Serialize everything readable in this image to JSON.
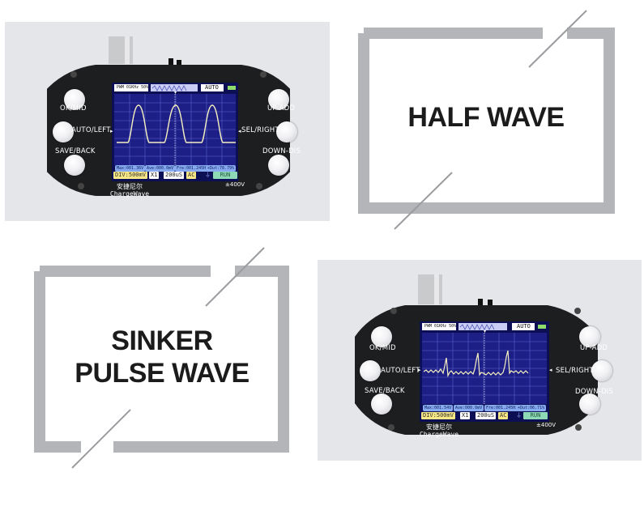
{
  "captions": {
    "half_wave": "HALF WAVE",
    "sinker_line1": "SINKER",
    "sinker_line2": "PULSE WAVE"
  },
  "device": {
    "buttons": {
      "ok_mid": "OK/MID",
      "auto_left": "AUTO/LEFT",
      "save_back": "SAVE/BACK",
      "up_add": "UP-ADD",
      "sel_right": "SEL/RIGHT",
      "down_dis": "DOWN-DIS"
    },
    "brand_cn": "安捷尼尔",
    "brand_en": "ChargeWave",
    "voltage": "±400V"
  },
  "scope1": {
    "pwm": "PWM 01KHz 50%",
    "mode": "AUTO",
    "div": "DIV:500mV",
    "probe": "X1",
    "time": "200uS",
    "coupling": "AC",
    "run": "RUN",
    "m1": "Max:001.36V",
    "m2": "Ave:000.0mV",
    "m3": "Fre:001.245Hz",
    "m4": "+Dut:78.79%"
  },
  "scope2": {
    "pwm": "PWM 01KHz 50%",
    "mode": "AUTO",
    "div": "DIV:500mV",
    "probe": "X1",
    "time": "200uS",
    "coupling": "AC",
    "run": "RUN",
    "m1": "Max:001.54V",
    "m2": "Ave:000.0mV",
    "m3": "Fre:001.245Hz",
    "m4": "+Dut:06.71%"
  },
  "colors": {
    "panel_bg": "#e4e6ea",
    "device_body": "#1d1e20",
    "screen_bg": "#1d1f86",
    "grid": "#5a63c9",
    "trace": "#f6f1c0",
    "frame": "#b4b5b8",
    "accent_yellow": "#f7e785",
    "accent_green": "#8ed9b5"
  },
  "icons": [
    "knob-icon",
    "screw-icon",
    "bnc-connector-icon",
    "trigger-marker-icon",
    "ground-icon"
  ]
}
